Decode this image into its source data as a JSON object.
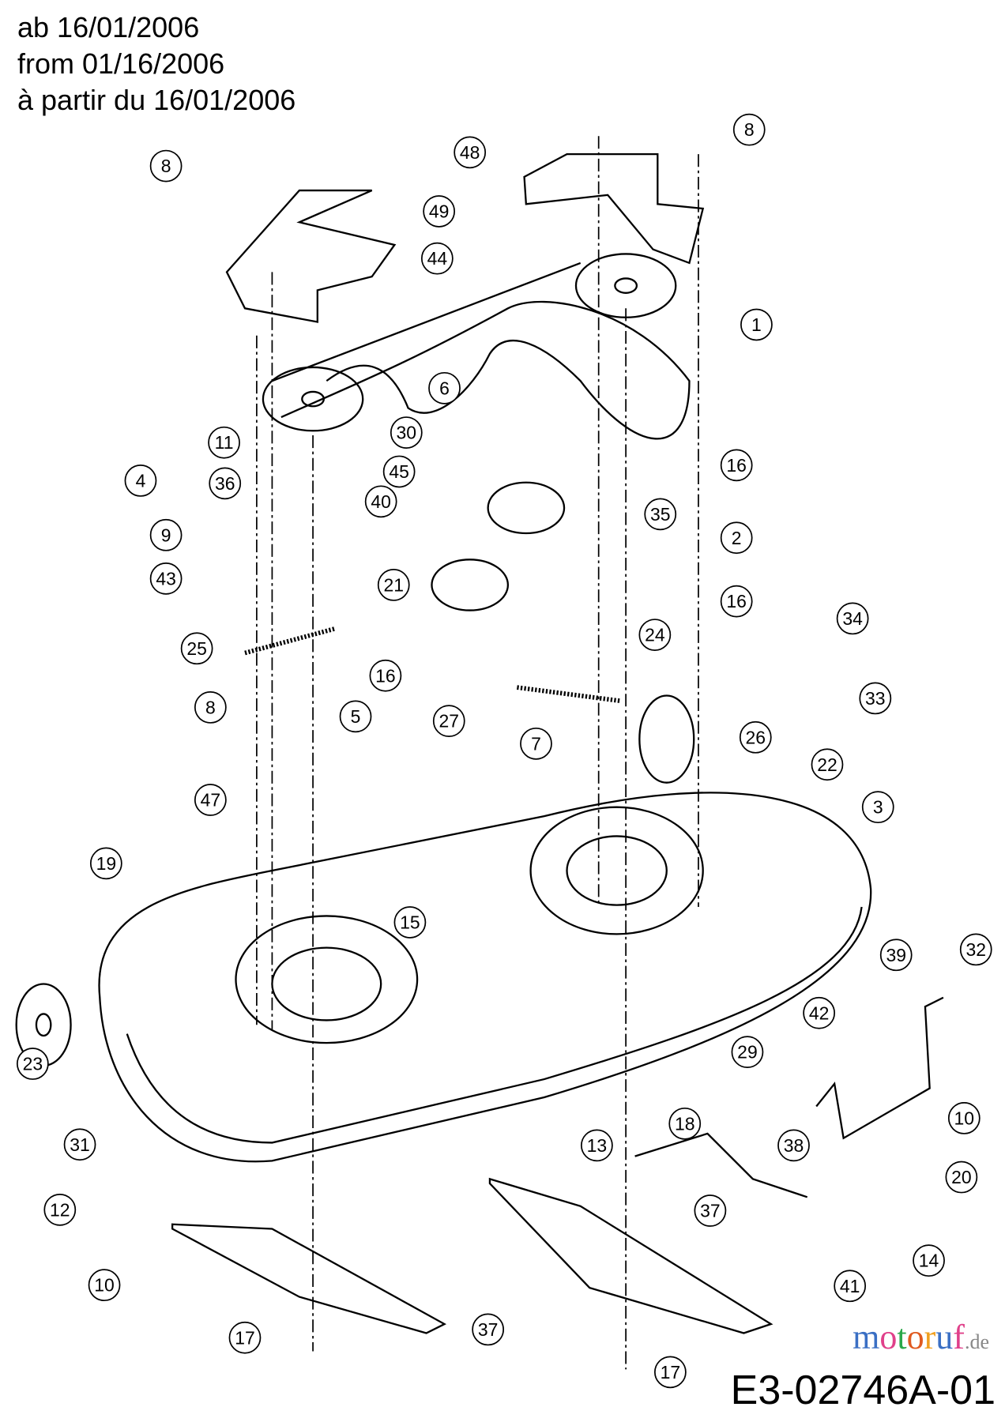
{
  "header": {
    "line_de": "ab 16/01/2006",
    "line_en": "from 01/16/2006",
    "line_fr": "à partir du 16/01/2006"
  },
  "drawing_code": "E3-02746A-01",
  "watermark": {
    "text": "motoruf",
    "suffix": ".de",
    "colors": [
      "#3a6fc4",
      "#e0408a",
      "#2aa84a",
      "#e05a20",
      "#f0a020"
    ]
  },
  "callouts": [
    "8",
    "48",
    "8",
    "49",
    "44",
    "1",
    "6",
    "30",
    "16",
    "45",
    "11",
    "36",
    "4",
    "40",
    "35",
    "9",
    "2",
    "21",
    "43",
    "16",
    "34",
    "24",
    "25",
    "16",
    "33",
    "27",
    "8",
    "5",
    "7",
    "26",
    "22",
    "3",
    "47",
    "19",
    "15",
    "42",
    "29",
    "39",
    "32",
    "23",
    "31",
    "18",
    "10",
    "13",
    "38",
    "20",
    "12",
    "37",
    "14",
    "41",
    "10",
    "37",
    "17",
    "17"
  ]
}
